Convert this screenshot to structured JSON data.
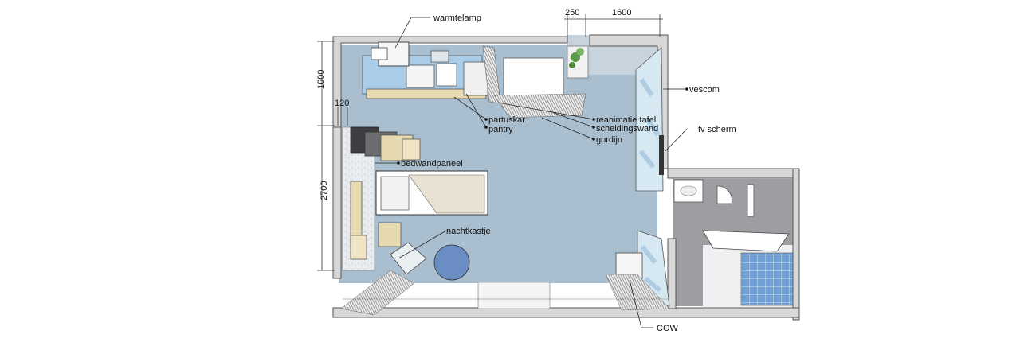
{
  "labels": {
    "warmtelamp": "warmtelamp",
    "partuskar": "partuskar",
    "pantry": "pantry",
    "bedwandpaneel": "bedwandpaneel",
    "nachtkastje": "nachtkastje",
    "reanimatietafel": "reanimatie tafel",
    "scheidingswand": "scheidingswand",
    "gordijn": "gordijn",
    "vescom": "vescom",
    "tvscherm": "tv scherm",
    "cow": "COW"
  },
  "dimensions": {
    "d250": "250",
    "d1600top": "1600",
    "d1600left": "1600",
    "d2700": "2700",
    "d120": "120"
  },
  "colors": {
    "floor": "#a9bfd0",
    "bathroom_floor": "#9c9ea2",
    "wall": "#d8d8d8",
    "cabinet": "#a9cde8",
    "wood": "#e6d9b0",
    "vescom": "#d6e8f2",
    "tile": "#6f9fd4"
  }
}
